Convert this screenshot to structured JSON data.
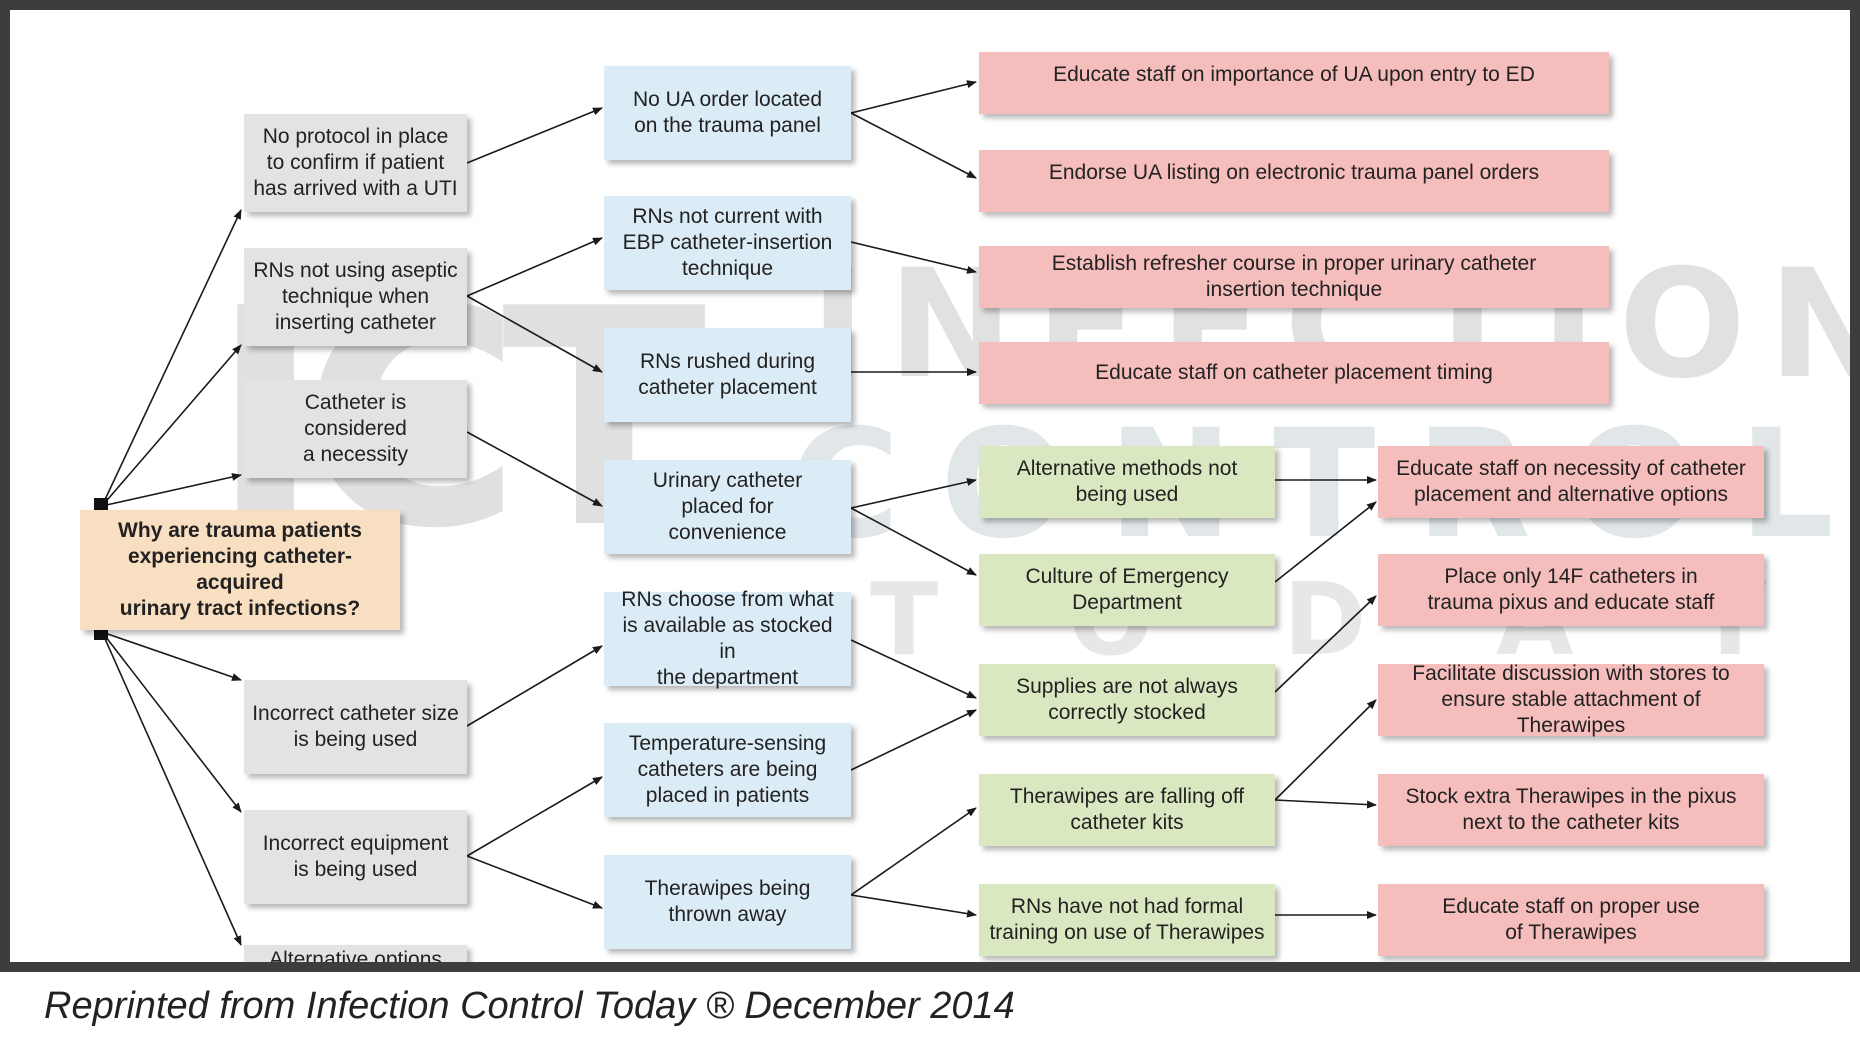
{
  "root_question": "Why are trauma patients\nexperiencing catheter-acquired\nurinary tract infections?",
  "causes": {
    "no_protocol": "No protocol in place\nto confirm if patient\nhas arrived with a UTI",
    "aseptic": "RNs not using aseptic\ntechnique when\ninserting catheter",
    "necessity": "Catheter is considered\na necessity",
    "size": "Incorrect catheter size\nis being used",
    "equipment": "Incorrect equipment\nis being used",
    "alternative": "Alternative options"
  },
  "subcauses": {
    "no_ua": "No UA order located\non the trauma panel",
    "not_current": "RNs not current with\nEBP catheter-insertion\ntechnique",
    "rushed": "RNs rushed during\ncatheter placement",
    "convenience": "Urinary catheter\nplaced for\nconvenience",
    "choose": "RNs choose from what\nis available as stocked in\nthe department",
    "temperature": "Temperature-sensing\ncatheters are being\nplaced in patients",
    "thrown": "Therawipes being\nthrown away"
  },
  "root_causes": {
    "alt_methods": "Alternative methods not\nbeing used",
    "culture": "Culture of Emergency\nDepartment",
    "supplies": "Supplies are not always\ncorrectly stocked",
    "falling_off": "Therawipes are falling off\ncatheter kits",
    "no_training": "RNs have not had formal\ntraining on use of Therawipes"
  },
  "actions": {
    "educate_ua": "Educate staff on importance of UA upon entry to ED",
    "endorse_ua": "Endorse UA listing on electronic trauma panel orders",
    "refresher": "Establish refresher course in proper urinary catheter\ninsertion technique",
    "timing": "Educate staff on catheter placement timing",
    "necessity": "Educate staff on necessity of catheter\nplacement and alternative options",
    "fourteen_f": "Place only 14F catheters in\ntrauma pixus and educate staff",
    "facilitate": "Facilitate discussion with stores to\nensure stable attachment of Therawipes",
    "stock_extra": "Stock extra Therawipes in the pixus\nnext to the catheter kits",
    "proper_use": "Educate staff on proper use\nof Therawipes"
  },
  "watermark": {
    "line1": "INFECTION",
    "line2": "CONTROL",
    "line3": "TODAY",
    "logo": "ICT"
  },
  "caption": "Reprinted from Infection Control Today ® December 2014",
  "colors": {
    "cause": "#e3e3e3",
    "subcause": "#dcecf6",
    "action": "#f6bdbd",
    "root_cause": "#d9e8c1",
    "question": "#f9dfc1"
  }
}
